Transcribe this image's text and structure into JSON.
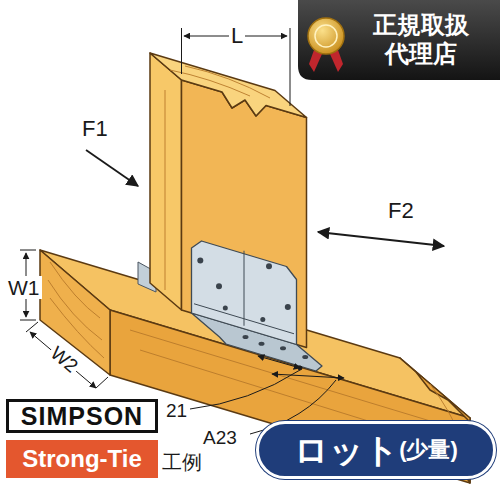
{
  "diagram": {
    "nodes": [
      {
        "text": [
          "正規取扱 代理店"
        ]
      },
      {
        "text": [
          "SIMPSON"
        ]
      },
      {
        "text": [
          "Strong-Tie"
        ]
      },
      {
        "text": [
          "ロット",
          "(少量)"
        ]
      }
    ],
    "labels": [
      "L",
      "F1",
      "F2",
      "W1",
      "W2",
      "21",
      "A23",
      "工例"
    ]
  }
}
